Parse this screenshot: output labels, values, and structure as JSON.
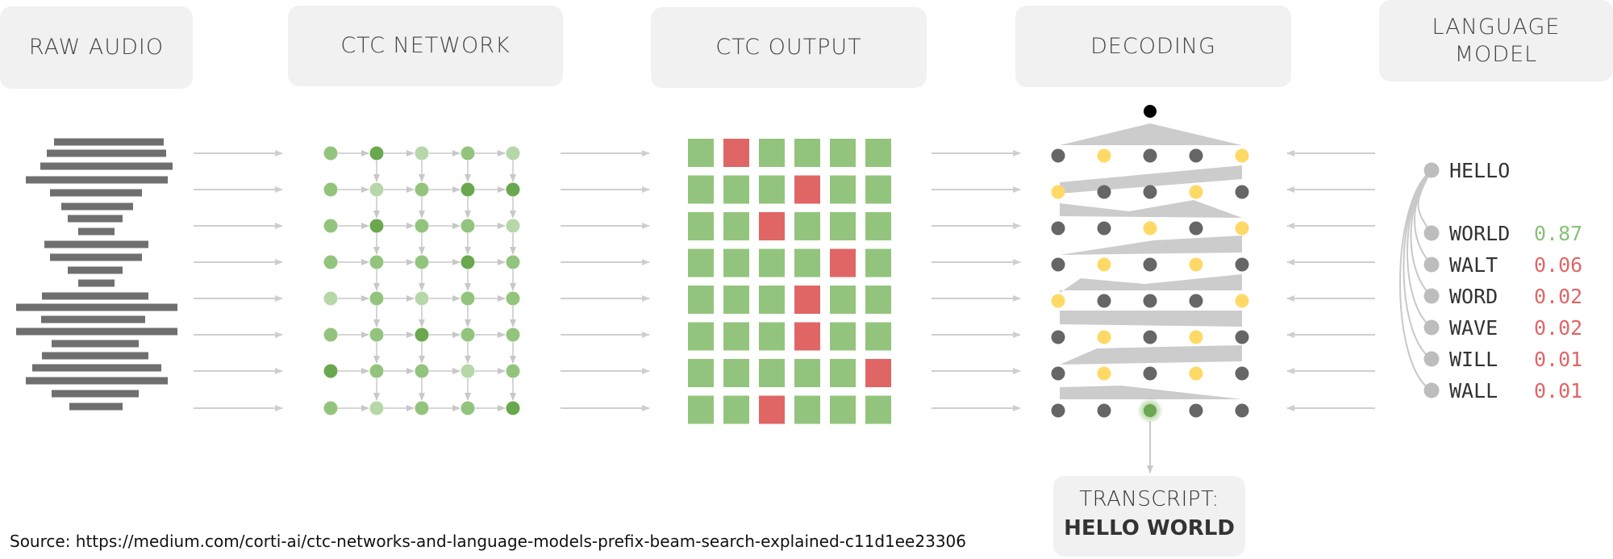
{
  "stages": [
    {
      "label": "RAW AUDIO"
    },
    {
      "label": "CTC NETWORK"
    },
    {
      "label": "CTC OUTPUT"
    },
    {
      "label": "DECODING"
    },
    {
      "label": "LANGUAGE\nMODEL"
    }
  ],
  "language_model": {
    "prefix": "HELLO",
    "candidates": [
      {
        "word": "WORLD",
        "prob": "0.87",
        "highlight": true
      },
      {
        "word": "WALT",
        "prob": "0.06",
        "highlight": false
      },
      {
        "word": "WORD",
        "prob": "0.02",
        "highlight": false
      },
      {
        "word": "WAVE",
        "prob": "0.02",
        "highlight": false
      },
      {
        "word": "WILL",
        "prob": "0.01",
        "highlight": false
      },
      {
        "word": "WALL",
        "prob": "0.01",
        "highlight": false
      }
    ]
  },
  "transcript": {
    "label": "TRANSCRIPT:",
    "value": "HELLO WORLD"
  },
  "source": "Source: https://medium.com/corti-ai/ctc-networks-and-language-models-prefix-beam-search-explained-c11d1ee23306",
  "colors": {
    "arrow": "#cfcfcf",
    "audio_bar": "#6f6f6f",
    "green_cell": "#93c47d",
    "red_cell": "#e06666",
    "node_light": "#b6d7a8",
    "node_mid": "#93c47d",
    "node_dark": "#6aa84f",
    "beam_dark": "#666666",
    "beam_yellow": "#ffd966",
    "prob_good": "#8bc07a",
    "prob_bad": "#e06666"
  },
  "ctc_output_grid": [
    [
      0,
      1,
      0,
      0,
      0,
      0
    ],
    [
      0,
      0,
      0,
      1,
      0,
      0
    ],
    [
      0,
      0,
      1,
      0,
      0,
      0
    ],
    [
      0,
      0,
      0,
      0,
      1,
      0
    ],
    [
      0,
      0,
      0,
      1,
      0,
      0
    ],
    [
      0,
      0,
      0,
      1,
      0,
      0
    ],
    [
      0,
      0,
      0,
      0,
      0,
      1
    ],
    [
      0,
      0,
      1,
      0,
      0,
      0
    ]
  ],
  "ctc_network_nodes": [
    [
      "mid",
      "dark",
      "light",
      "mid",
      "light"
    ],
    [
      "mid",
      "light",
      "mid",
      "dark",
      "dark"
    ],
    [
      "mid",
      "dark",
      "mid",
      "mid",
      "light"
    ],
    [
      "mid",
      "mid",
      "mid",
      "dark",
      "mid"
    ],
    [
      "light",
      "mid",
      "light",
      "mid",
      "mid"
    ],
    [
      "mid",
      "mid",
      "dark",
      "mid",
      "mid"
    ],
    [
      "dark",
      "mid",
      "mid",
      "light",
      "mid"
    ],
    [
      "mid",
      "light",
      "mid",
      "mid",
      "dark"
    ]
  ],
  "decoding_beams": [
    [
      "d",
      "y",
      "d",
      "d",
      "y"
    ],
    [
      "y",
      "d",
      "d",
      "y",
      "d"
    ],
    [
      "d",
      "d",
      "y",
      "d",
      "y"
    ],
    [
      "d",
      "y",
      "d",
      "y",
      "d"
    ],
    [
      "y",
      "d",
      "d",
      "d",
      "y"
    ],
    [
      "d",
      "y",
      "d",
      "y",
      "d"
    ],
    [
      "d",
      "y",
      "d",
      "y",
      "d"
    ],
    [
      "d",
      "d",
      "g",
      "d",
      "d"
    ]
  ]
}
